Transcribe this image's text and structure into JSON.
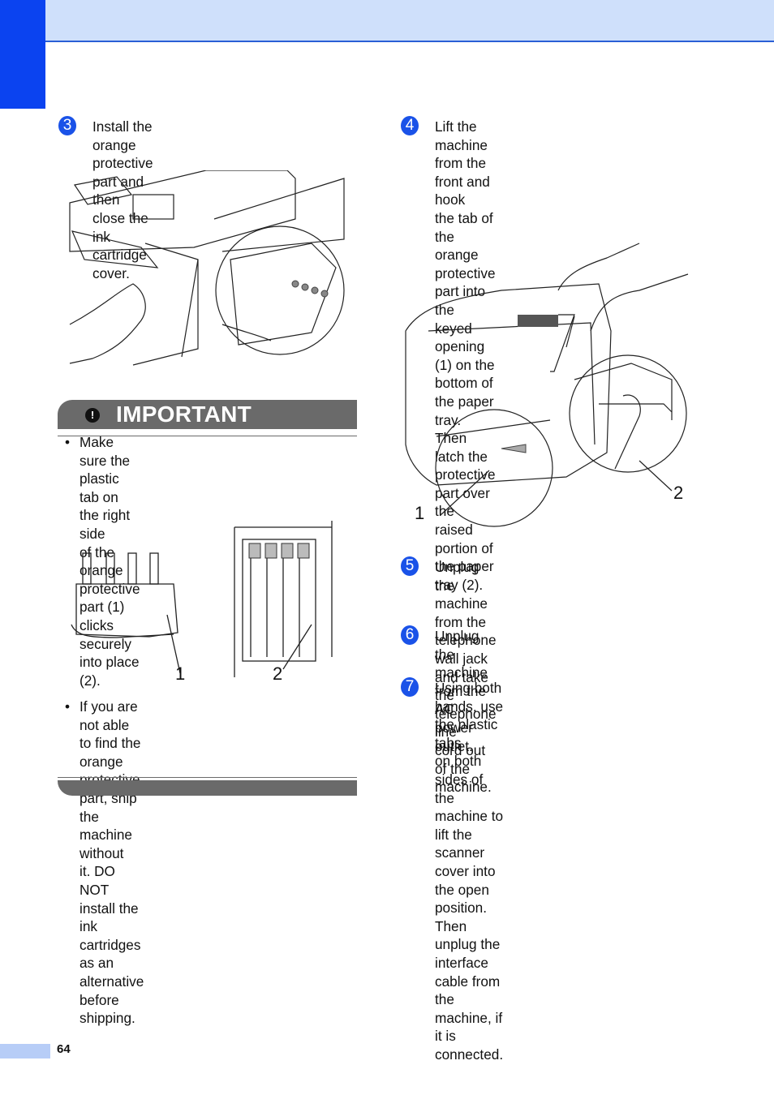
{
  "page_number": "64",
  "steps": [
    {
      "num": "3",
      "text_lines": [
        "Install the orange protective part and",
        "then close the ink cartridge cover."
      ]
    },
    {
      "num": "4",
      "text_lines": [
        "Lift the machine from the front and hook",
        "the tab of the orange protective part into",
        "the keyed opening (1) on the bottom of",
        "the paper tray. Then latch the protective",
        "part over the raised portion of the paper",
        "tray (2)."
      ]
    },
    {
      "num": "5",
      "text_lines": [
        "Unplug the machine from the telephone",
        "wall jack and take the telephone line",
        "cord out of the machine."
      ]
    },
    {
      "num": "6",
      "text_lines": [
        "Unplug the machine from the AC power",
        "outlet."
      ]
    },
    {
      "num": "7",
      "text_lines": [
        "Using both hands, use the plastic tabs",
        "on both sides of the machine to lift the",
        "scanner cover into the open position.",
        "Then unplug the interface cable from the",
        "machine, if it is connected."
      ]
    }
  ],
  "important": {
    "icon": "!",
    "title": "IMPORTANT",
    "bullets": [
      {
        "dot": "•",
        "lines": [
          "Make sure the plastic tab on the right side",
          "of the orange protective part (1) clicks",
          "securely into place (2)."
        ]
      },
      {
        "dot": "•",
        "lines": [
          "If you are not able to find the orange",
          "protective part, ship the machine without",
          "it. DO NOT install the ink cartridges as an",
          "alternative before shipping."
        ]
      }
    ]
  },
  "callouts": {
    "fig_part_1": "1",
    "fig_part_2": "2",
    "fig_lift_1": "1",
    "fig_lift_2": "2"
  },
  "colors": {
    "accent_blue": "#1a52e8",
    "header_band": "#cfe0fb",
    "important_bar": "#6a6a6a"
  }
}
